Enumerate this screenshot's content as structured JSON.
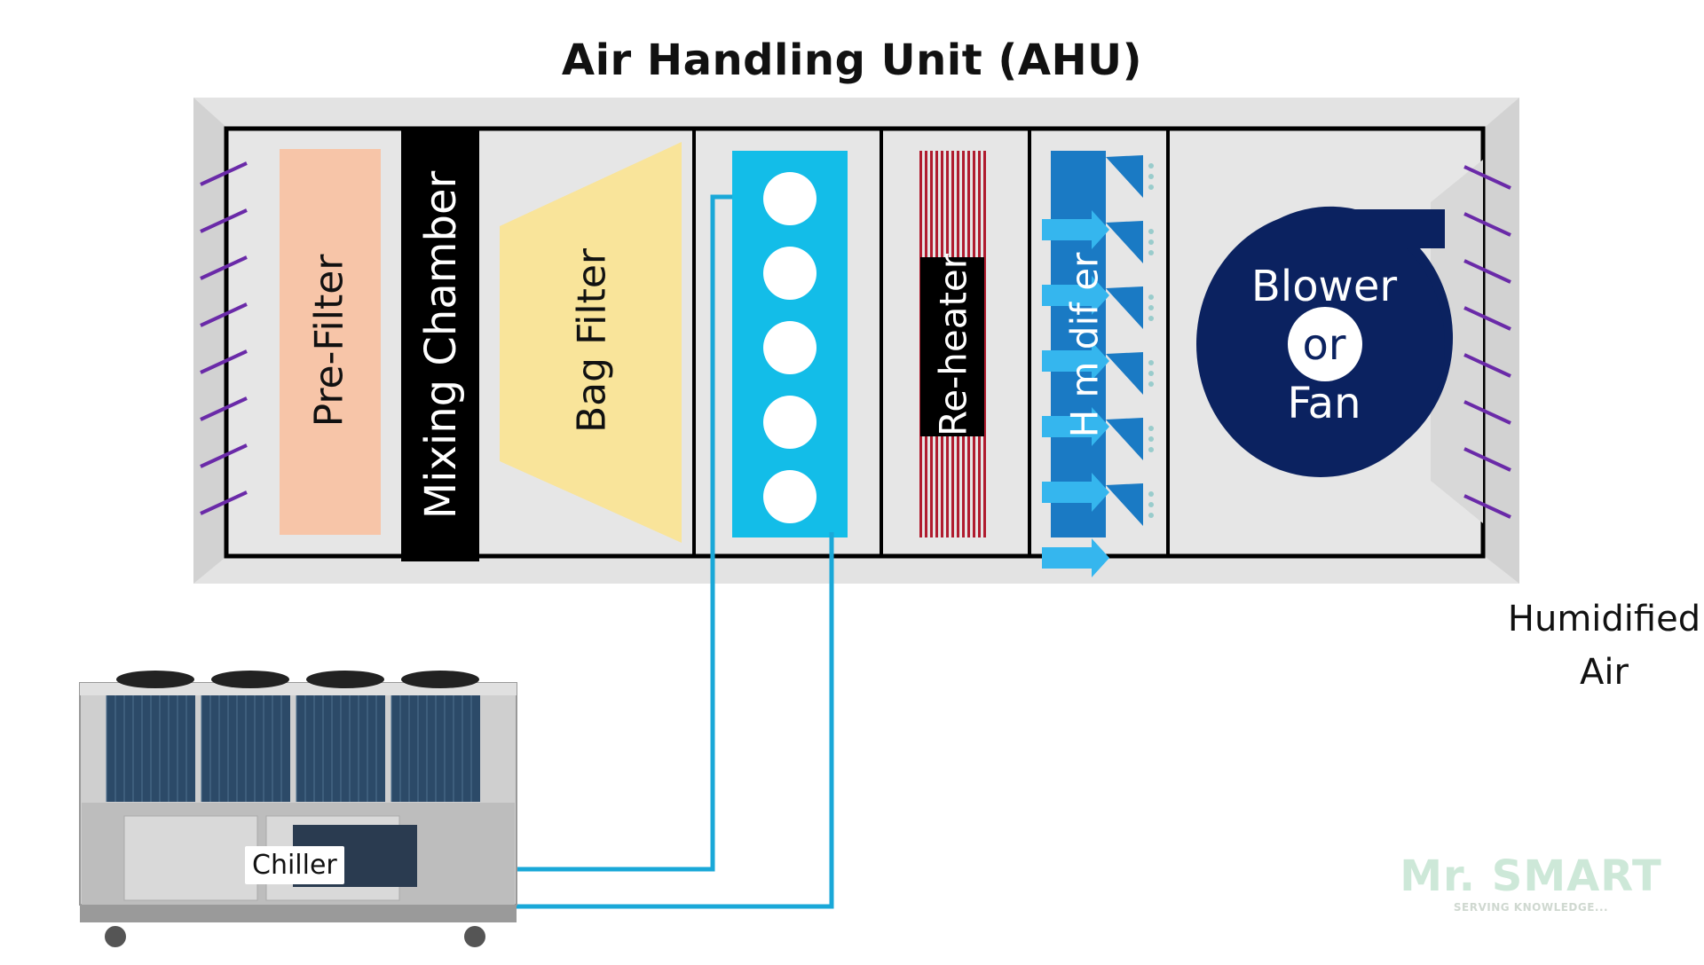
{
  "title": "Air Handling Unit (AHU)",
  "sections": {
    "prefilter": "Pre-Filter",
    "mixing": "Mixing Chamber",
    "bag_filter": "Bag Filter",
    "reheater": "Re-heater",
    "humidifier": "H m dif er",
    "blower_line1": "Blower",
    "blower_line2": "or",
    "blower_line3": "Fan"
  },
  "outlet_label_line1": "Humidified",
  "outlet_label_line2": "Air",
  "chiller_label": "Chiller",
  "watermark": {
    "brand": "Mr. SMART",
    "tagline": "SERVING KNOWLEDGE..."
  },
  "colors": {
    "casing": "#e2e2e2",
    "prefilter": "#f7c5a8",
    "mixing": "#000000",
    "bag_filter": "#f9e49a",
    "cooling_coil": "#13bde8",
    "reheater": "#b01c2f",
    "humidifier": "#1a7ac4",
    "blower": "#0b2260",
    "pipe": "#1aa8d8",
    "louver": "#6a2aa8"
  }
}
